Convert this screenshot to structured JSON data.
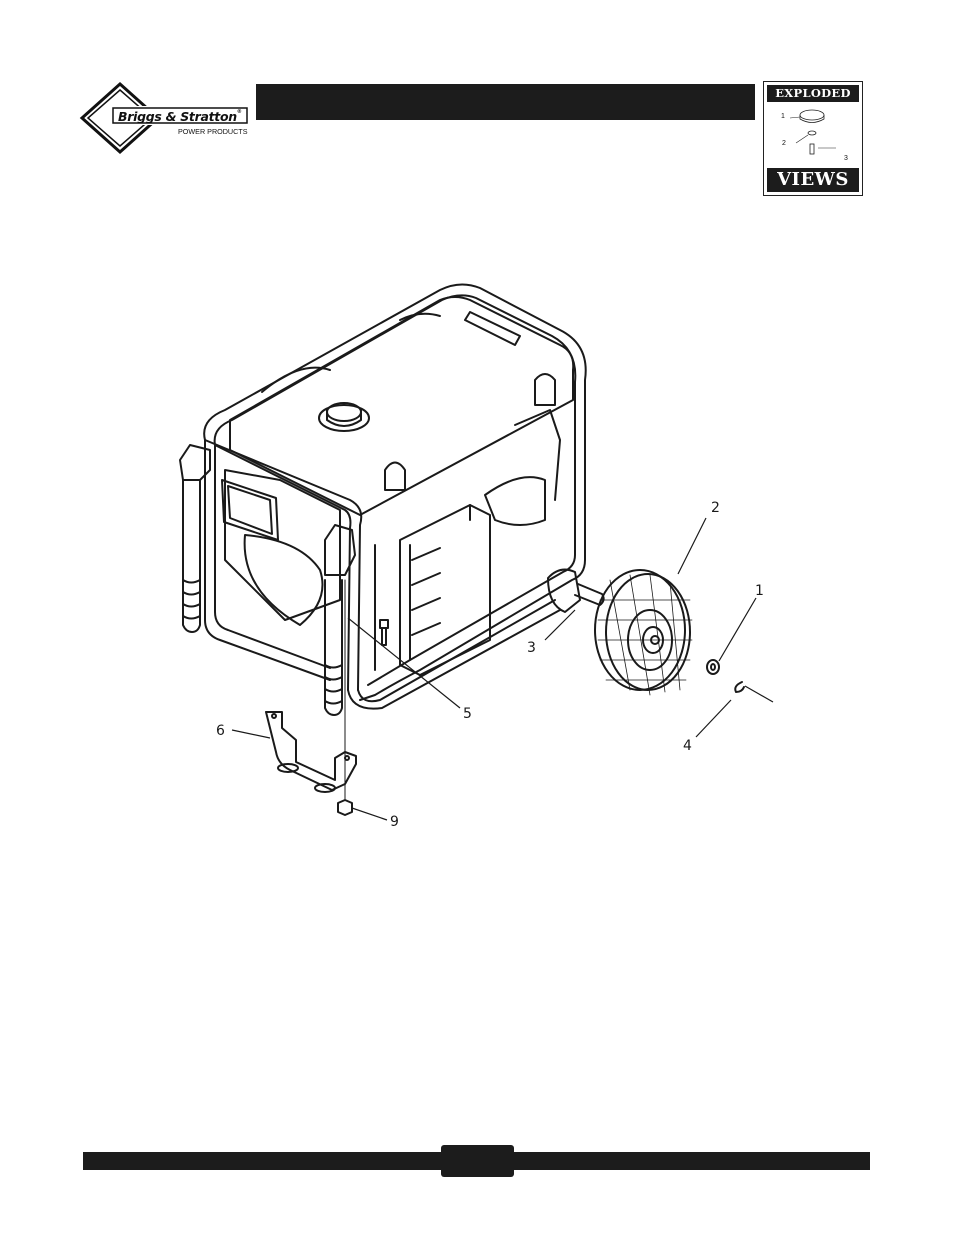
{
  "header": {
    "brand": "Briggs & Stratton",
    "brand_tm": "®",
    "brand_sub": "POWER PRODUCTS",
    "title": ""
  },
  "badge": {
    "top": "EXPLODED",
    "bottom": "VIEWS",
    "mini_callouts": [
      "1",
      "2",
      "3"
    ]
  },
  "callouts": {
    "c1": "1",
    "c2": "2",
    "c3": "3",
    "c4": "4",
    "c5": "5",
    "c6": "6",
    "c9": "9"
  },
  "footer": {
    "page_number": ""
  },
  "colors": {
    "ink": "#1c1c1c",
    "paper": "#ffffff"
  }
}
